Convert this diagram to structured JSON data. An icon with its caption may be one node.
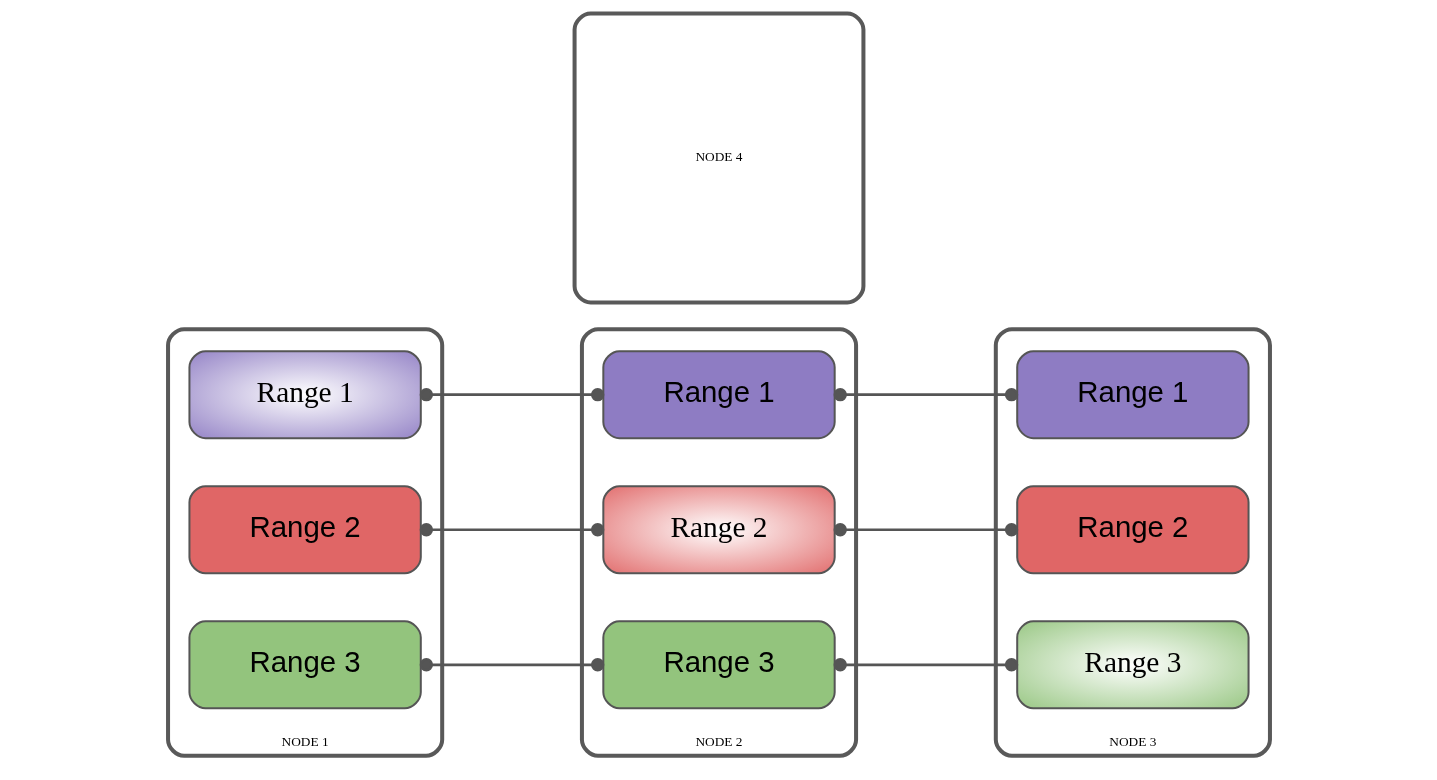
{
  "diagram": {
    "nodes": [
      {
        "text": [
          "NODE 1"
        ]
      },
      {
        "text": [
          "Range 1"
        ],
        "in": 0
      },
      {
        "text": [
          "Range 2"
        ],
        "in": 0
      },
      {
        "text": [
          "Range 3"
        ],
        "in": 0
      },
      {
        "text": [
          "NODE 2"
        ]
      },
      {
        "text": [
          "Range 1"
        ],
        "in": 4
      },
      {
        "text": [
          "Range 2"
        ],
        "in": 4
      },
      {
        "text": [
          "Range 3"
        ],
        "in": 4
      },
      {
        "text": [
          "NODE 3"
        ]
      },
      {
        "text": [
          "Range 1"
        ],
        "in": 8
      },
      {
        "text": [
          "Range 2"
        ],
        "in": 8
      },
      {
        "text": [
          "Range 3"
        ],
        "in": 8
      },
      {
        "text": [
          "NODE 4"
        ]
      }
    ],
    "edges": [
      {
        "from": 1,
        "to": 5,
        "arrow": "other"
      },
      {
        "from": 5,
        "to": 9,
        "arrow": "other"
      },
      {
        "from": 2,
        "to": 6,
        "arrow": "other"
      },
      {
        "from": 6,
        "to": 10,
        "arrow": "other"
      },
      {
        "from": 3,
        "to": 7,
        "arrow": "other"
      },
      {
        "from": 7,
        "to": 11,
        "arrow": "other"
      }
    ]
  }
}
